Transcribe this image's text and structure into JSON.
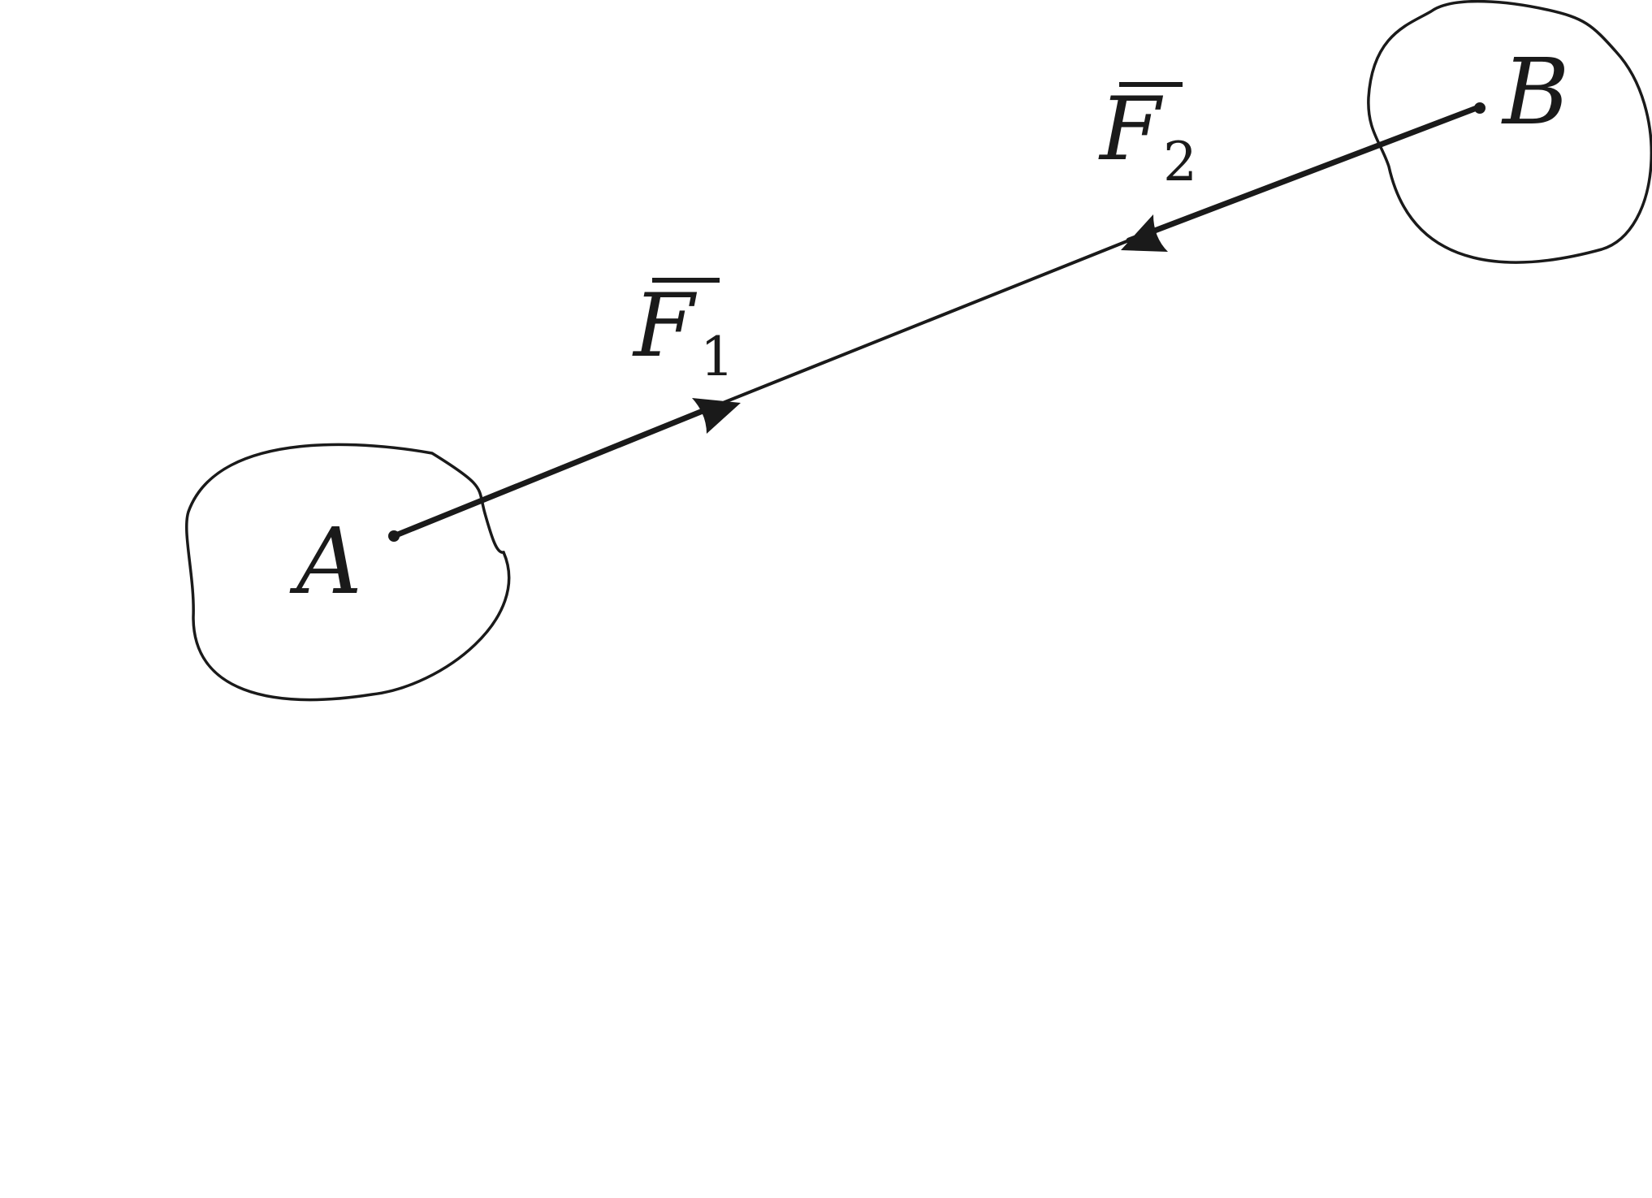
{
  "colors": {
    "ink": "#1a1a1a",
    "background": "#ffffff"
  },
  "bodies": {
    "a": {
      "label": "A"
    },
    "b": {
      "label": "B"
    }
  },
  "forces": {
    "f1": {
      "symbol": "F",
      "subscript": "1"
    },
    "f2": {
      "symbol": "F",
      "subscript": "2"
    }
  }
}
